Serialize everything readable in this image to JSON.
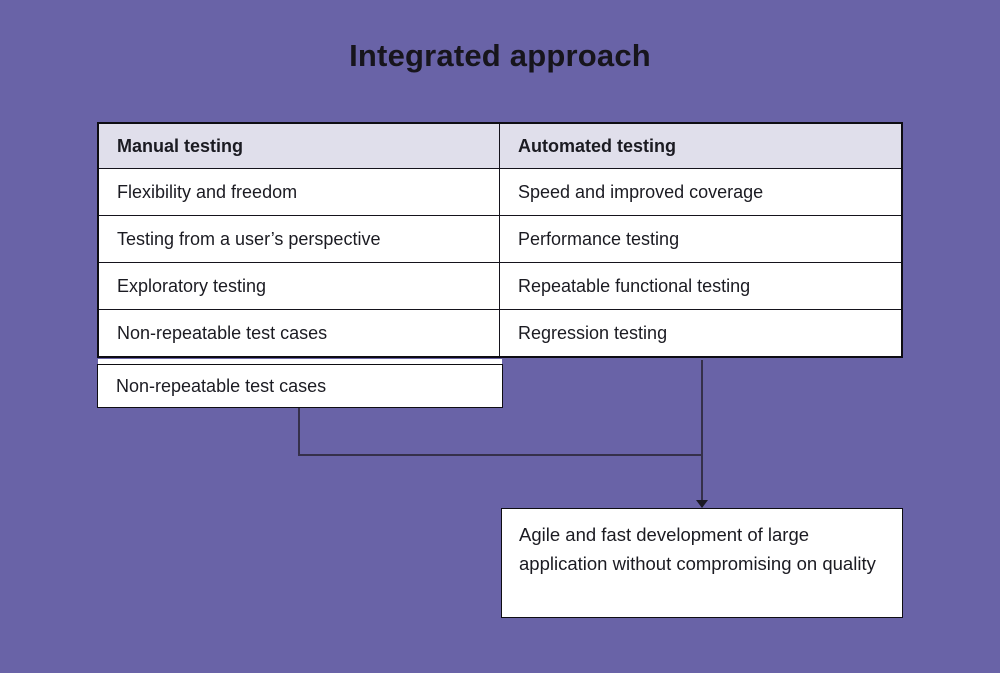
{
  "title": "Integrated approach",
  "table": {
    "headers": [
      "Manual testing",
      "Automated testing"
    ],
    "rows": [
      [
        "Flexibility and freedom",
        "Speed and improved coverage"
      ],
      [
        "Testing from a user’s perspective",
        "Performance testing"
      ],
      [
        "Exploratory testing",
        "Repeatable functional testing"
      ],
      [
        "Non-repeatable test cases",
        "Regression testing"
      ]
    ],
    "overflow_row": "Non-repeatable test cases"
  },
  "result": {
    "text": "Agile and fast development of large application without compromising on quality"
  },
  "colors": {
    "background": "#6963a7",
    "header_bg": "#e0dfeb",
    "cell_bg": "#ffffff",
    "table_border": "#0e0d12",
    "connector": "#35304a",
    "text": "#1b1b22"
  }
}
